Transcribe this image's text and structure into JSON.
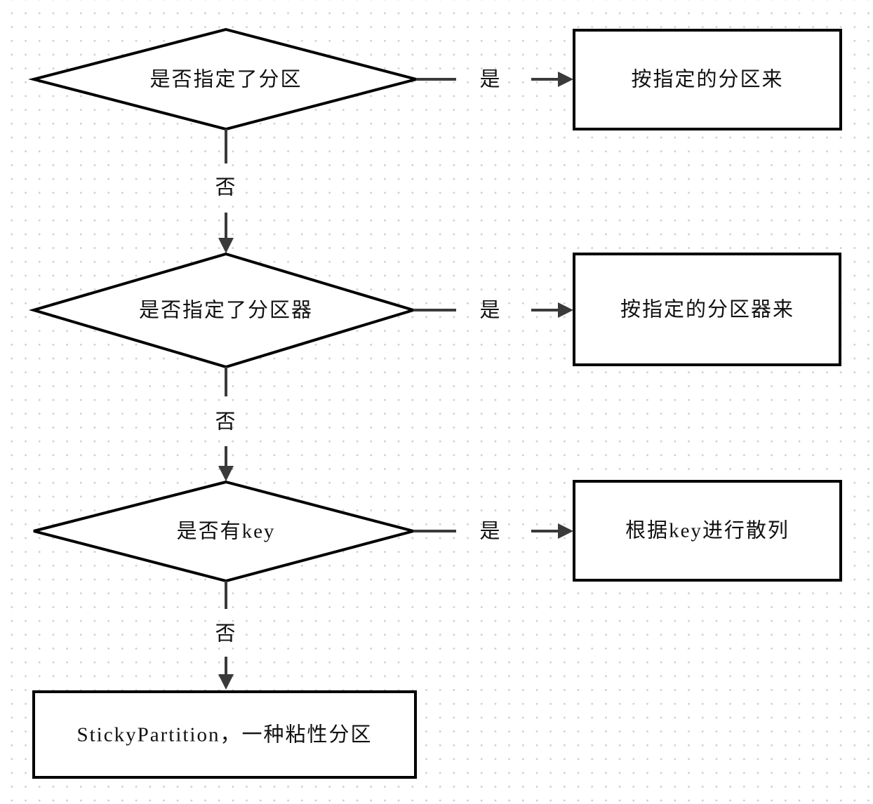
{
  "flowchart": {
    "nodes": {
      "decision1": "是否指定了分区",
      "decision2": "是否指定了分区器",
      "decision3": "是否有key",
      "result1": "按指定的分区来",
      "result2": "按指定的分区器来",
      "result3": "根据key进行散列",
      "terminal": "StickyPartition，一种粘性分区"
    },
    "edge_labels": {
      "yes": "是",
      "no": "否"
    },
    "colors": {
      "shape_stroke": "#000000",
      "connector": "#3a3a3a",
      "text": "#111111",
      "background": "#ffffff",
      "grid_dot": "#cfcfcf"
    }
  }
}
